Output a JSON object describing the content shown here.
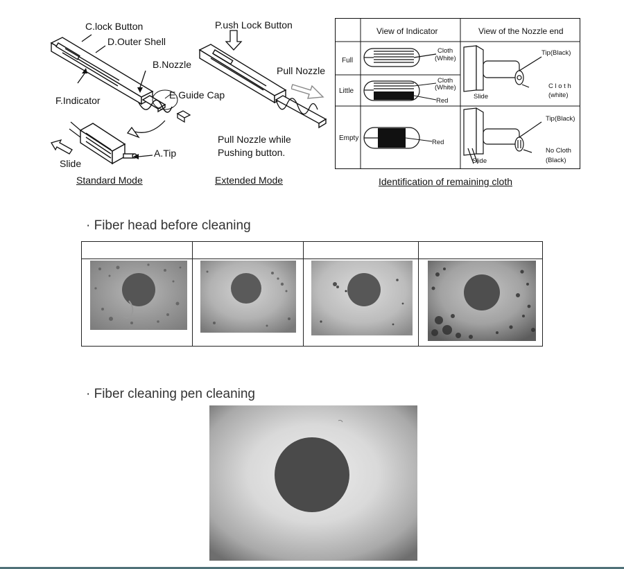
{
  "diagram": {
    "standard": {
      "labels": {
        "lock_button": "C.lock Button",
        "outer_shell": "D.Outer Shell",
        "nozzle": "B.Nozzle",
        "indicator": "F.Indicator",
        "guide_cap": "E.Guide Cap",
        "tip": "A.Tip",
        "slide": "Slide"
      },
      "caption": "Standard Mode"
    },
    "extended": {
      "labels": {
        "push_lock": "P.ush Lock Button",
        "pull_nozzle": "Pull Nozzle",
        "note_line1": "Pull Nozzle while",
        "note_line2": "Pushing button."
      },
      "caption": "Extended Mode"
    },
    "identification": {
      "headers": {
        "indicator": "View of Indicator",
        "nozzle": "View of the Nozzle end"
      },
      "rows": {
        "full": {
          "label": "Full",
          "cloth": "Cloth",
          "cloth_sub": "(White)",
          "tip": "Tip(Black)",
          "nozzle_cloth": "C l o t h",
          "nozzle_cloth_sub": "(white)",
          "slide": "Slide"
        },
        "little": {
          "label": "Little",
          "cloth": "Cloth",
          "cloth_sub": "(White)",
          "red": "Red"
        },
        "empty": {
          "label": "Empty",
          "red": "Red",
          "tip": "Tip(Black)",
          "no_cloth": "No Cloth",
          "no_cloth_sub": "(Black)",
          "slide": "Slide"
        }
      },
      "caption": "Identification of remaining cloth"
    }
  },
  "sections": {
    "before": {
      "title": "· Fiber head before cleaning"
    },
    "after": {
      "title": "· Fiber cleaning pen cleaning"
    }
  },
  "colors": {
    "bottom_rule": "#4f7178"
  }
}
